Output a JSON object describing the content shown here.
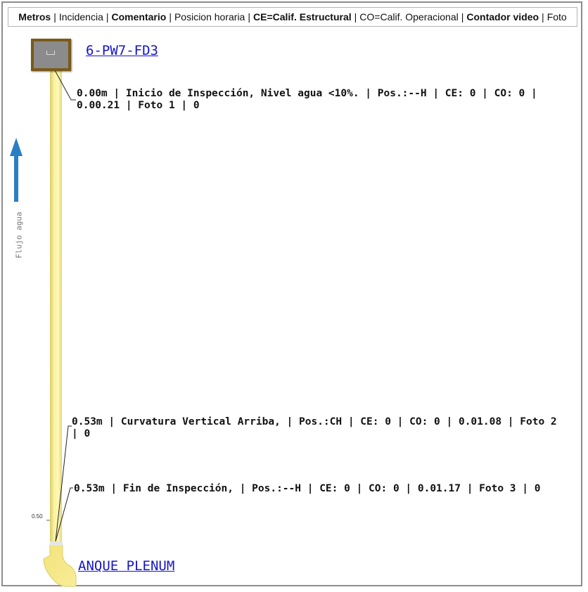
{
  "legend": {
    "items": [
      "Metros",
      "Incidencia",
      "Comentario",
      "Posicion horaria",
      "CE=Calif. Estructural",
      "CO=Calif. Operacional",
      "Contador video",
      "Foto"
    ]
  },
  "start_node": {
    "label": "6-PW7-FD3"
  },
  "end_node": {
    "label": "ANQUE PLENUM"
  },
  "flow_label": "Flujo agua",
  "axis": {
    "tick": "0.50"
  },
  "observations": [
    {
      "text": "0.00m | Inicio de Inspección, Nivel agua <10%. | Pos.:--H | CE: 0 | CO: 0 | 0.00.21 | Foto 1 | 0"
    },
    {
      "text": "0.53m | Curvatura Vertical Arriba, | Pos.:CH | CE: 0 | CO: 0 | 0.01.08 | Foto 2 | 0"
    },
    {
      "text": "0.53m | Fin de Inspección, | Pos.:--H | CE: 0 | CO: 0 | 0.01.17 | Foto 3 | 0"
    }
  ],
  "colors": {
    "pipe": "#fbf3a0",
    "pipe_edge": "#d8cc6a",
    "arrow": "#2a7fc4",
    "manhole": "#7a5a1a",
    "link": "#1515c8"
  }
}
